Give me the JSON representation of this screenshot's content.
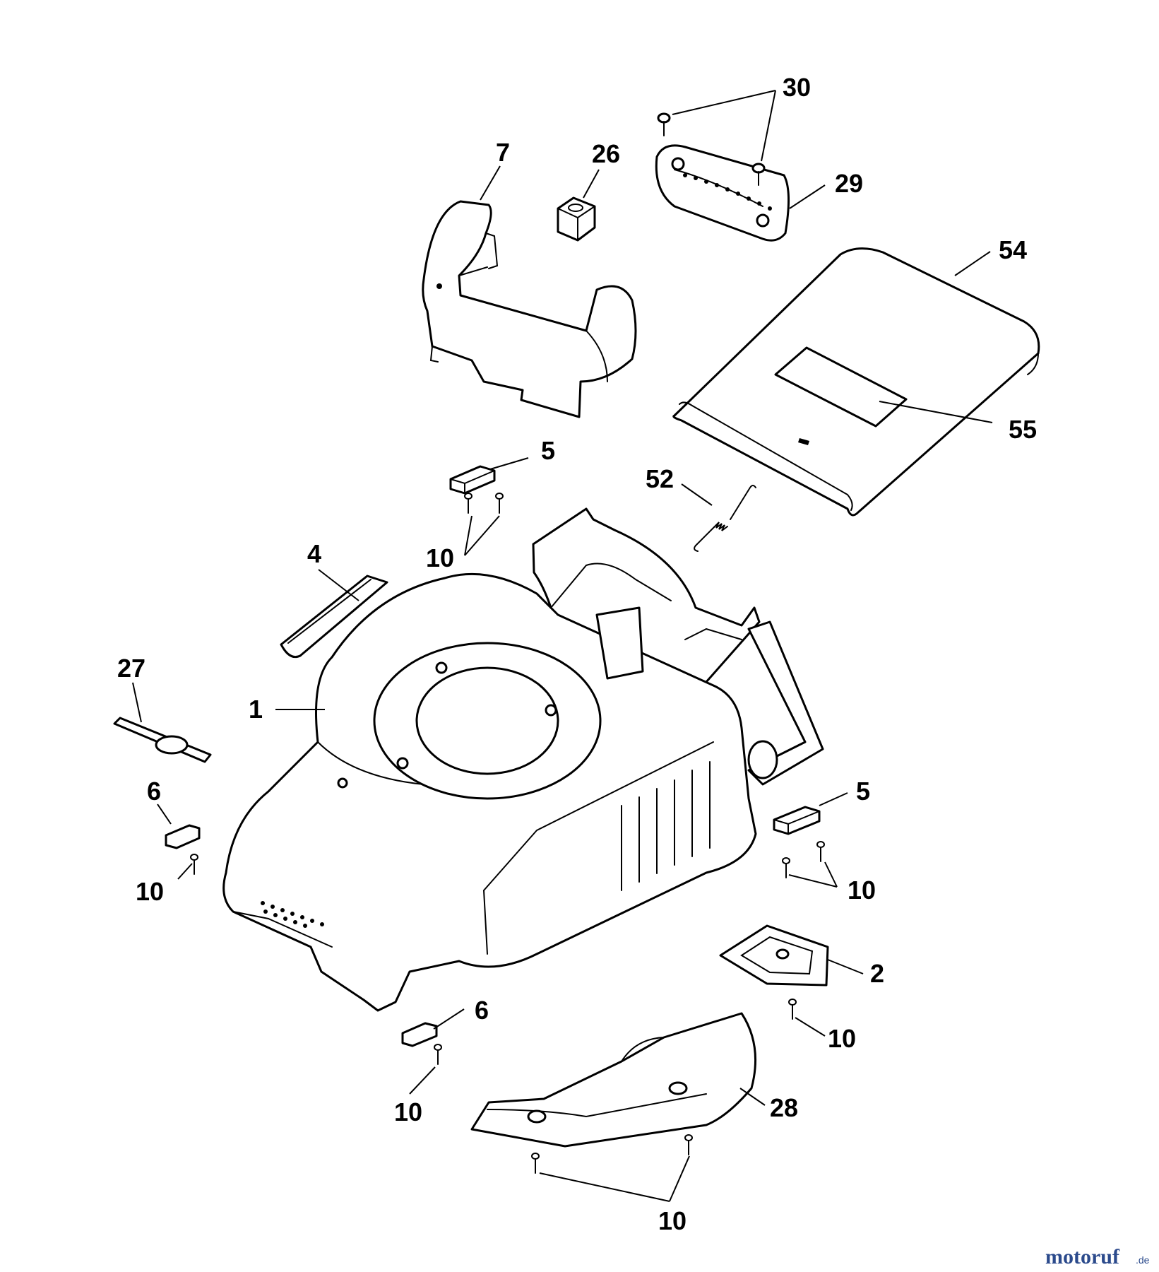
{
  "callouts": {
    "c30": "30",
    "c7": "7",
    "c26": "26",
    "c29": "29",
    "c54": "54",
    "c55": "55",
    "c5a": "5",
    "c52": "52",
    "c4": "4",
    "c10a": "10",
    "c27": "27",
    "c1": "1",
    "c6a": "6",
    "c10b": "10",
    "c5b": "5",
    "c10c": "10",
    "c2": "2",
    "c6b": "6",
    "c10d": "10",
    "c10e": "10",
    "c28": "28",
    "c10f": "10"
  },
  "watermark": {
    "main": "motoruf",
    "suffix": ".de"
  },
  "colors": {
    "line": "#000000",
    "shade": "#d9d9d9",
    "watermark_blue": "#2b4a8c",
    "watermark_orange": "#e07a1f"
  }
}
